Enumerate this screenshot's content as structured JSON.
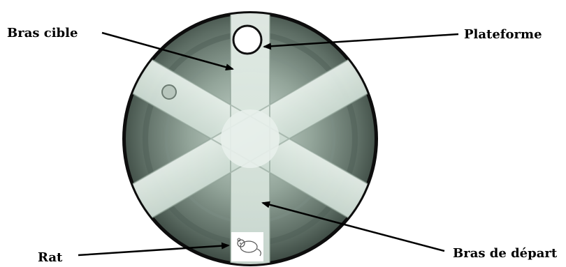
{
  "labels": {
    "target_arm": "Bras cible",
    "platform": "Plateforme",
    "rat": "Rat",
    "start_arm": "Bras de départ"
  },
  "icons": {
    "rat": "rat-icon",
    "platform": "platform-circle"
  },
  "colors": {
    "background": "#ffffff",
    "pool_rim": "#111111",
    "arm_fill": "#d9e6de",
    "water_dark": "#6c7b72",
    "text": "#000000"
  }
}
